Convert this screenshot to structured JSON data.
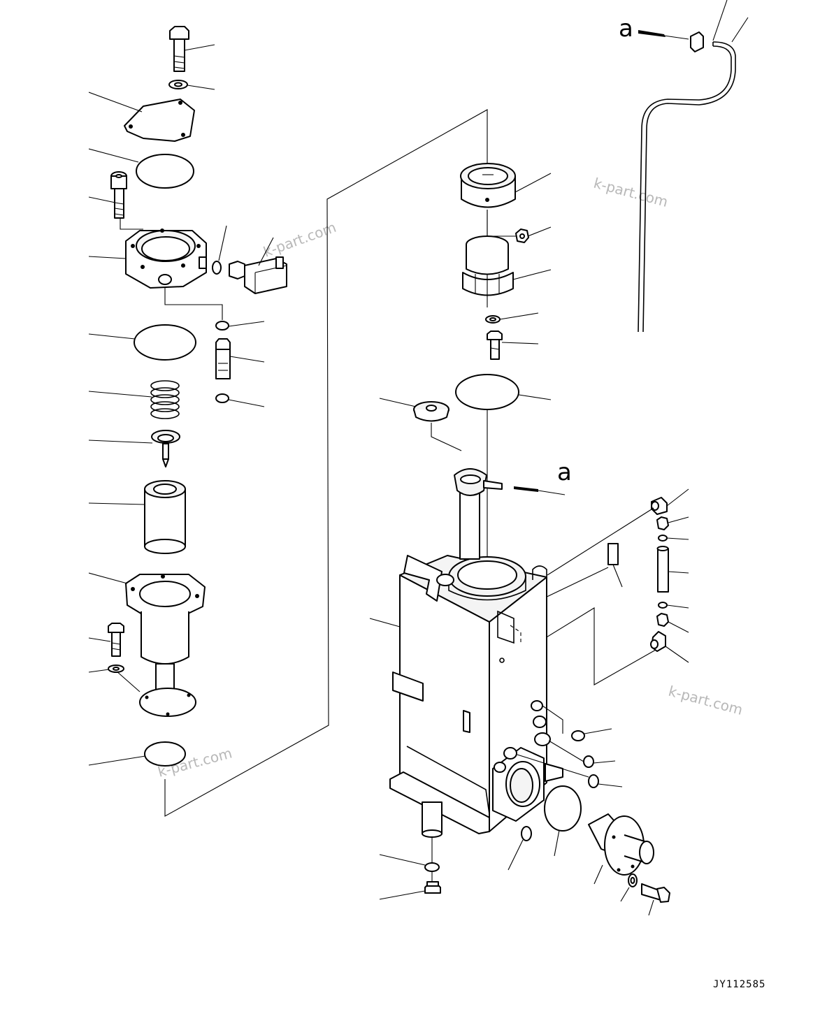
{
  "callout_letter": "a",
  "watermark_text": "k-part.com",
  "drawing_number": "JY112585",
  "colors": {
    "line": "#000000",
    "background": "#ffffff",
    "watermark": "#b8b8b8"
  }
}
